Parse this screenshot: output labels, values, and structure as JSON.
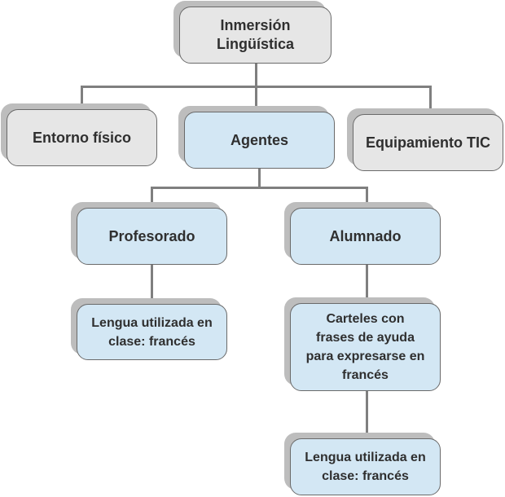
{
  "nodes": {
    "root": "Inmersión Lingüística",
    "entorno": "Entorno físico",
    "agentes": "Agentes",
    "equipamiento": "Equipamiento TIC",
    "profesorado": "Profesorado",
    "alumnado": "Alumnado",
    "lengua_profesorado": "Lengua utilizada en clase: francés",
    "carteles": "Carteles con frases de ayuda para expresarse en francés",
    "lengua_alumnado": "Lengua utilizada en clase: francés"
  },
  "colors": {
    "gray_box": "#e6e6e6",
    "blue_box": "#d3e7f4",
    "connector": "#7f7f7f"
  }
}
